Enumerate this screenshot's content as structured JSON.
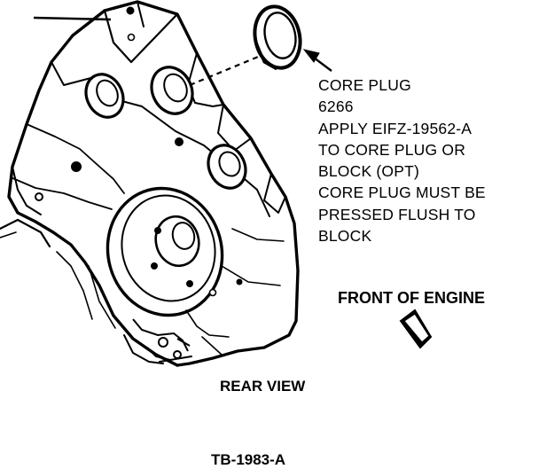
{
  "callout": {
    "lines": [
      "CORE PLUG",
      "6266",
      "APPLY EIFZ-19562-A",
      "TO CORE PLUG OR",
      "BLOCK (OPT)",
      "CORE PLUG MUST BE",
      "PRESSED FLUSH TO",
      "BLOCK"
    ]
  },
  "front_label": "FRONT OF ENGINE",
  "view_label": "REAR VIEW",
  "figure_id": "TB-1983-A"
}
